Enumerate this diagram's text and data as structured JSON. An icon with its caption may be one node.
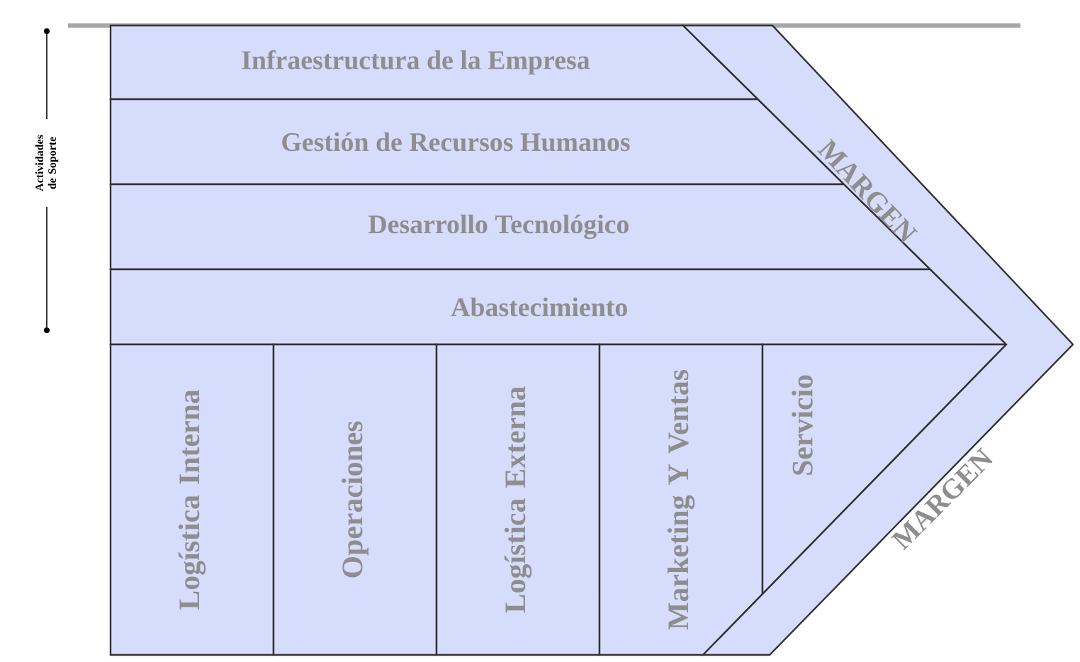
{
  "diagram": {
    "nodes": [
      {
        "text": [
          "Infraestructura de la Empresa"
        ]
      },
      {
        "text": [
          "Gestión de Recursos Humanos"
        ]
      },
      {
        "text": [
          "Desarrollo Tecnológico"
        ]
      },
      {
        "text": [
          "Abastecimiento"
        ]
      },
      {
        "text": [
          "Logística Interna"
        ]
      },
      {
        "text": [
          "Operaciones"
        ]
      },
      {
        "text": [
          "Logística Externa"
        ]
      },
      {
        "text": [
          "Marketing Y Ventas"
        ]
      },
      {
        "text": [
          "Servicio"
        ]
      },
      {
        "text": [
          "MARGEN",
          "MARGEN"
        ]
      }
    ],
    "labels": [
      "Actividades de Soporte"
    ]
  }
}
